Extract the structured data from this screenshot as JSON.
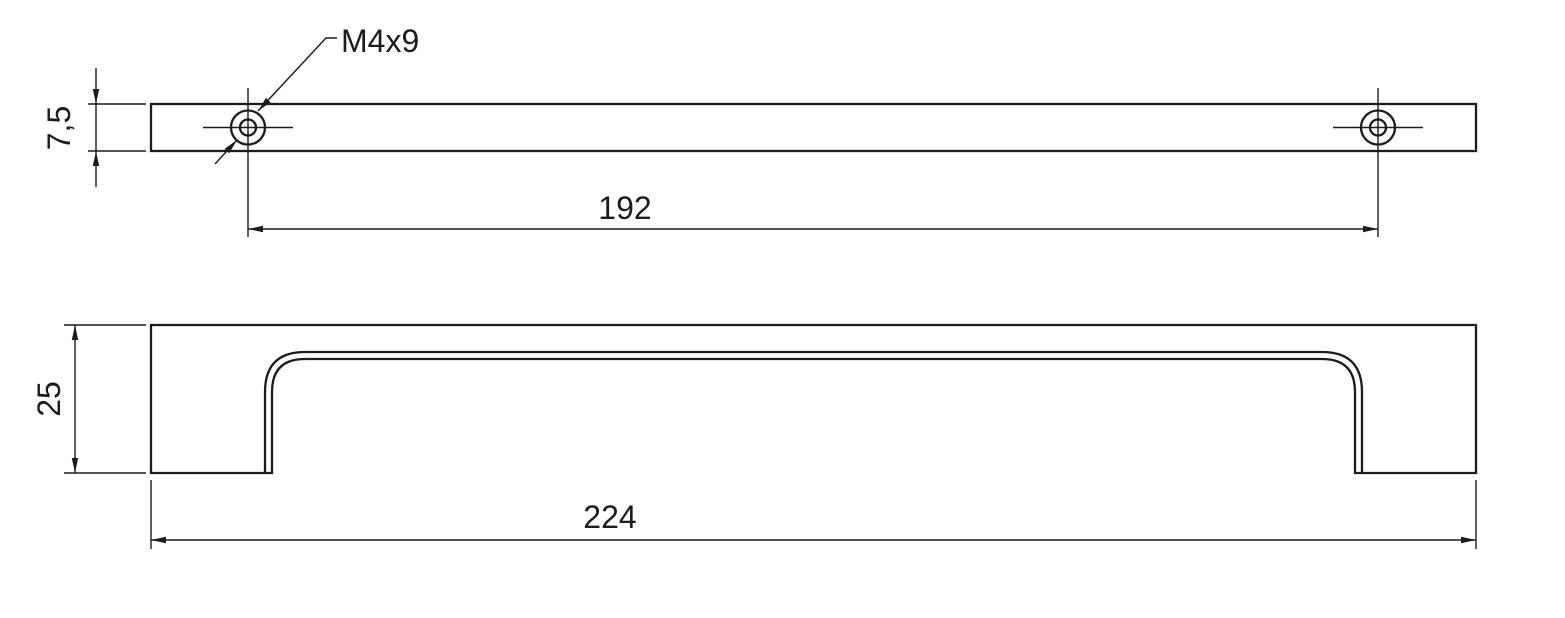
{
  "drawing": {
    "kind": "technical-dimension-drawing",
    "component": "cabinet-handle",
    "colors": {
      "line": "#1c1c1c",
      "background": "#ffffff"
    },
    "views": {
      "top": {
        "thread_callout": "M4x9",
        "thickness_dim": "7,5",
        "hole_spacing_dim": "192"
      },
      "front": {
        "height_dim": "25",
        "overall_length_dim": "224"
      }
    }
  }
}
